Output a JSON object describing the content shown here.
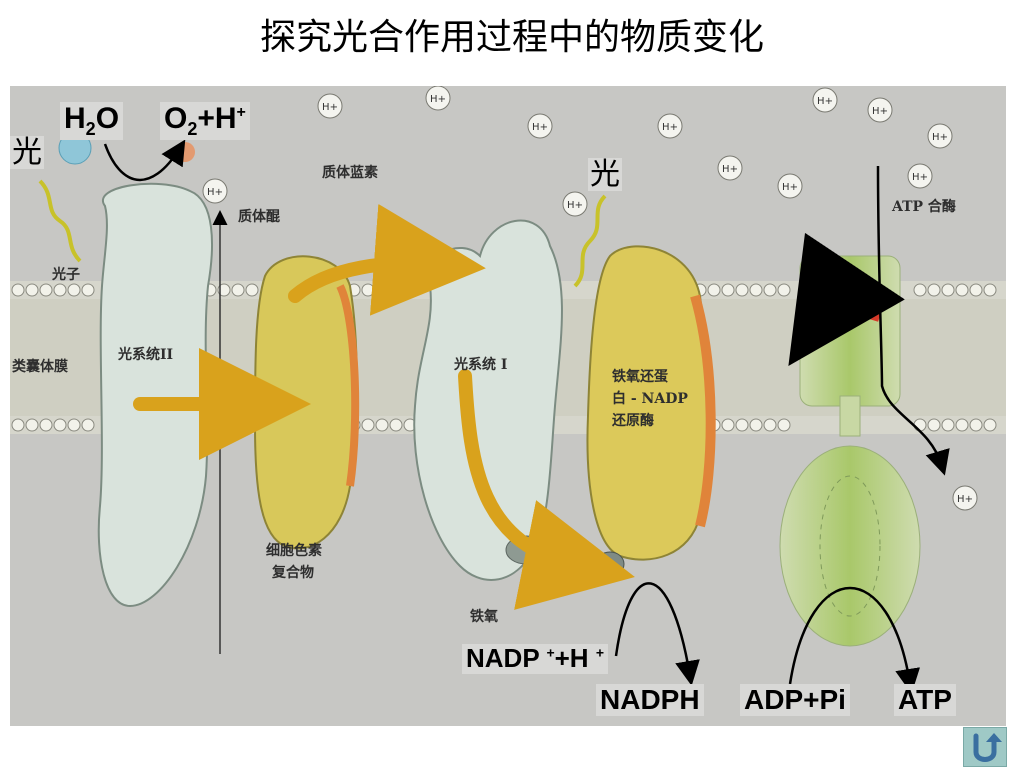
{
  "title": "探究光合作用过程中的物质变化",
  "reactants": {
    "water": {
      "base": "H",
      "sub": "2",
      "tail": "O"
    },
    "oxygen": {
      "base": "O",
      "sub": "2",
      "plus": "+H",
      "sup": "+"
    },
    "nadp_in": {
      "base": "NADP ",
      "sup1": "+",
      "mid": "+H ",
      "sup2": "+"
    },
    "nadph": "NADPH",
    "adp_pi": "ADP+Pi",
    "atp": "ATP"
  },
  "light_left": "光",
  "light_right": "光",
  "labels": {
    "photon": "光子",
    "thylakoid_membrane": "类囊体膜",
    "photosystem_2": "光系统II",
    "plastoquinone": "质体醌",
    "plastocyanin": "质体蓝素",
    "cytochrome_line1": "细胞色素",
    "cytochrome_line2": "复合物",
    "photosystem_1": "光系统 I",
    "ferredoxin": "铁氧",
    "fnr_line1": "铁氧还蛋",
    "fnr_line2": "白 - NADP",
    "fnr_line3": "还原酶",
    "atp_synthase": "ATP 合酶",
    "proton": "H+"
  },
  "colors": {
    "panel": "#c7c7c4",
    "membrane": "#bdbdb0",
    "photosystem": "#d9e3dc",
    "cytochrome": "#d8c85a",
    "arrow_yellow": "#d9a21c",
    "atp_synthase": "#c8d8a4",
    "red_arrow": "#d63a2a"
  }
}
